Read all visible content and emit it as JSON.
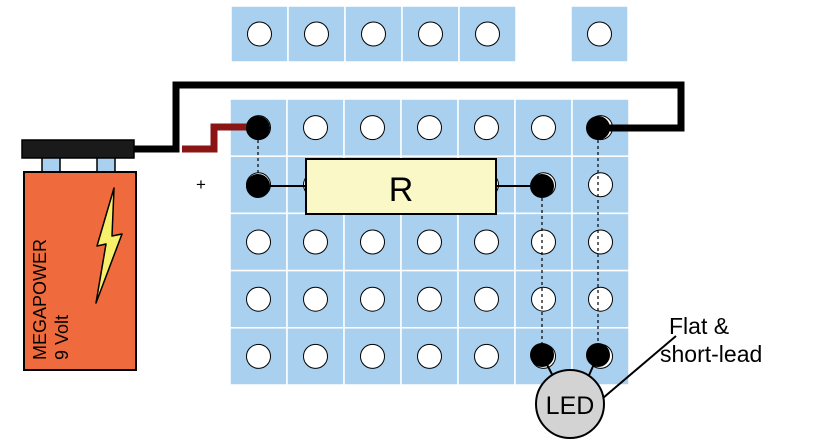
{
  "battery": {
    "brand": "MEGAPOWER",
    "voltage": "9 Volt",
    "terminal_label": "+",
    "body_color": "#ef6a3c",
    "terminal_color": "#a9d0ee",
    "bolt_color": "#f7f06a"
  },
  "breadboard": {
    "top_strip_main_holes": 5,
    "top_strip_right_holes": 1,
    "grid_rows": 5,
    "grid_cols": 7,
    "cell_color": "#a9d0ee",
    "hole_color": "#ffffff"
  },
  "resistor": {
    "label": "R",
    "fill_color": "#fbf8c8"
  },
  "led": {
    "label": "LED",
    "fill_color": "#d3d3d3"
  },
  "annotation": {
    "line1": "Flat &",
    "line2": "short-lead"
  },
  "wires": {
    "main_color": "#000000",
    "positive_lead_color": "#8b1414"
  }
}
